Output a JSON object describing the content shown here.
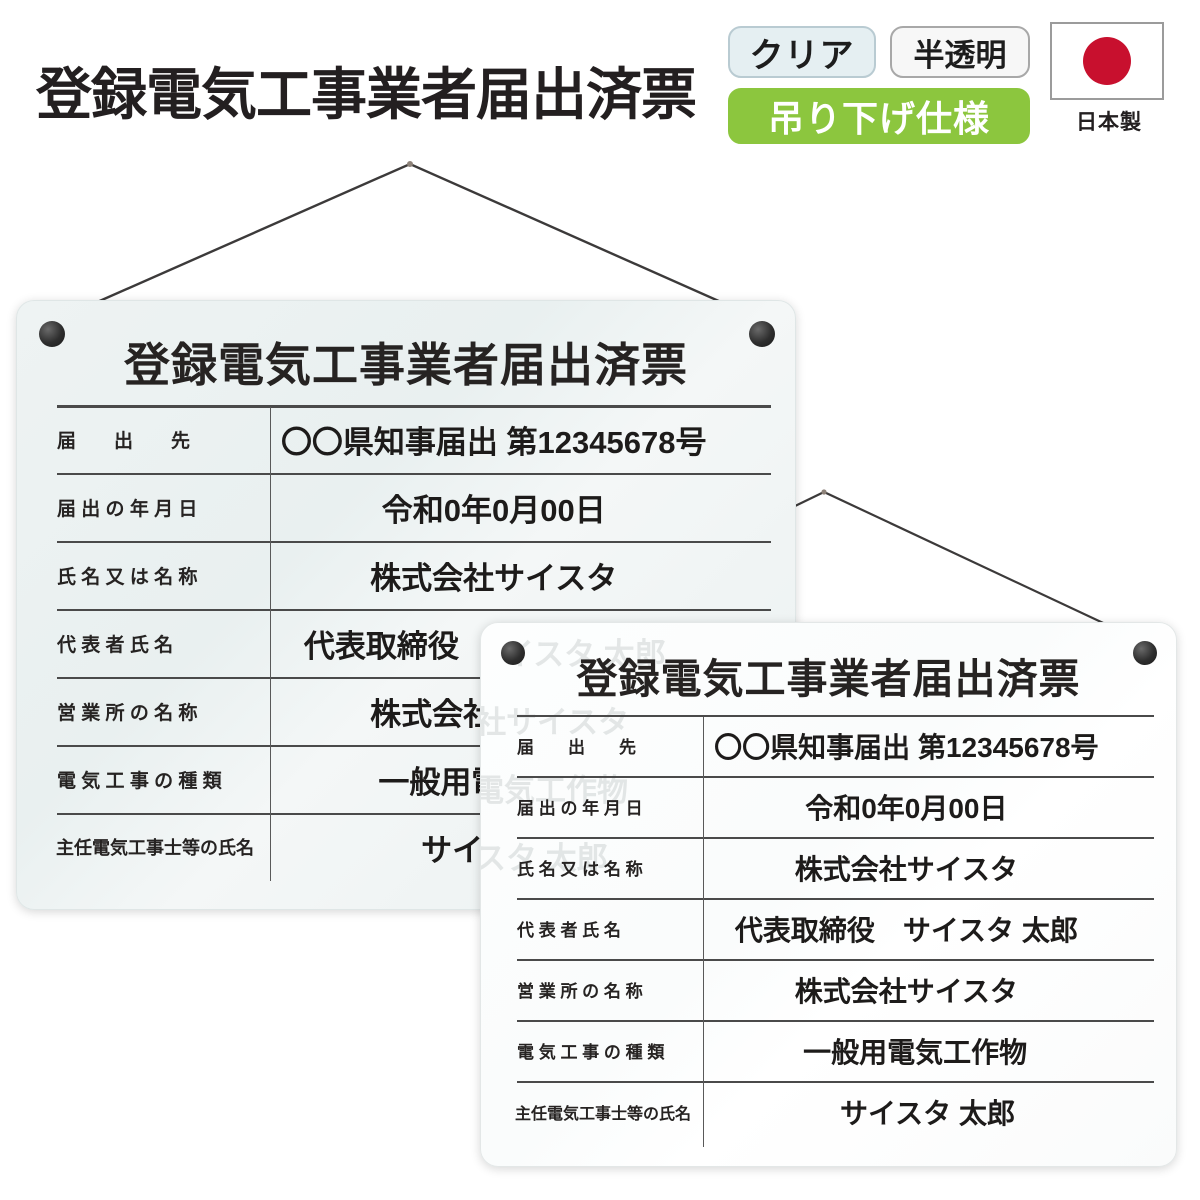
{
  "header": {
    "headline": "登録電気工事業者届出済票",
    "badges": [
      {
        "key": "clear",
        "label": "クリア"
      },
      {
        "key": "translucent",
        "label": "半透明"
      },
      {
        "key": "hanging",
        "label": "吊り下げ仕様"
      }
    ],
    "made_in": {
      "caption": "日本製",
      "flag_name": "japan-flag-icon"
    },
    "colors": {
      "clear_badge_bg": "#e5eff2",
      "clear_badge_border": "#b9cbd2",
      "translucent_badge_bg": "#f7f7f7",
      "translucent_badge_border": "#a8a8a8",
      "hanging_badge_bg": "#8cc63e",
      "hanging_badge_text": "#ffffff",
      "flag_red": "#c8102e",
      "headline_text": "#231f20"
    }
  },
  "sign": {
    "title": "登録電気工事業者届出済票",
    "rows": [
      {
        "label": "届　　出　　先",
        "value": "〇〇県知事届出 第12345678号",
        "compact": false
      },
      {
        "label": "届 出 の 年 月 日",
        "value": "令和0年0月00日",
        "compact": false
      },
      {
        "label": "氏 名 又 は 名 称",
        "value": "株式会社サイスタ",
        "compact": false
      },
      {
        "label": "代 表 者 氏 名",
        "value": "代表取締役　サイスタ 太郎",
        "compact": false
      },
      {
        "label": "営 業 所 の 名 称",
        "value": "株式会社サイスタ",
        "compact": false
      },
      {
        "label": "電 気 工 事 の 種 類",
        "value": "一般用電気工作物",
        "compact": false
      },
      {
        "label": "主任電気工事士等の氏名",
        "value": "サイスタ 太郎",
        "compact": true
      }
    ]
  },
  "plates": [
    {
      "name": "back-plate",
      "finish": "クリア",
      "tint": "#eef3f3"
    },
    {
      "name": "front-plate",
      "finish": "半透明",
      "tint": "#fdfefe"
    }
  ],
  "ghost_text": [
    "イスタ 太郎",
    "社サイスタ",
    "電気工作物",
    "スタ 太郎"
  ],
  "hardware": {
    "wire_color": "#3c3a3a",
    "eyelet_color": "#2e2e2e",
    "eyelet_name": "hanging-eyelet"
  }
}
